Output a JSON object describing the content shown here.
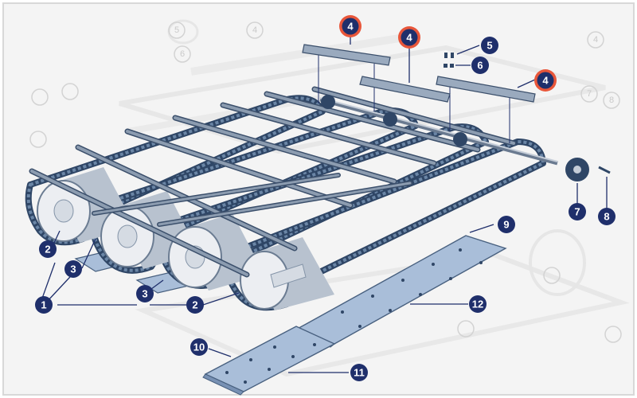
{
  "colors": {
    "background": "#f4f4f4",
    "frame_border": "#d8d8d8",
    "chain_fill": "#6b86a6",
    "chain_dark": "#2f4666",
    "roller_light": "#eceef2",
    "roller_mid": "#b8c2cf",
    "slat_fill": "#8c9cb0",
    "slat_dark": "#3b4f6b",
    "plate_fill": "#a9bed9",
    "plate_edge": "#48607f",
    "callout_navy": "#1f2f6b",
    "callout_orange": "#e8563a",
    "leader_line": "#1f2f6b",
    "ghost": "#dedede"
  },
  "callouts": [
    {
      "id": "c1",
      "label": "1",
      "ring": false
    },
    {
      "id": "c2a",
      "label": "2",
      "ring": false
    },
    {
      "id": "c2b",
      "label": "2",
      "ring": false
    },
    {
      "id": "c3a",
      "label": "3",
      "ring": false
    },
    {
      "id": "c3b",
      "label": "3",
      "ring": false
    },
    {
      "id": "c4a",
      "label": "4",
      "ring": true
    },
    {
      "id": "c4b",
      "label": "4",
      "ring": true
    },
    {
      "id": "c4c",
      "label": "4",
      "ring": true
    },
    {
      "id": "c5",
      "label": "5",
      "ring": false
    },
    {
      "id": "c6",
      "label": "6",
      "ring": false
    },
    {
      "id": "c7",
      "label": "7",
      "ring": false
    },
    {
      "id": "c8",
      "label": "8",
      "ring": false
    },
    {
      "id": "c9",
      "label": "9",
      "ring": false
    },
    {
      "id": "c10",
      "label": "10",
      "ring": false
    },
    {
      "id": "c11",
      "label": "11",
      "ring": false
    },
    {
      "id": "c12",
      "label": "12",
      "ring": false
    }
  ],
  "ghost_labels": [
    "5",
    "6",
    "4",
    "4",
    "7",
    "8"
  ]
}
